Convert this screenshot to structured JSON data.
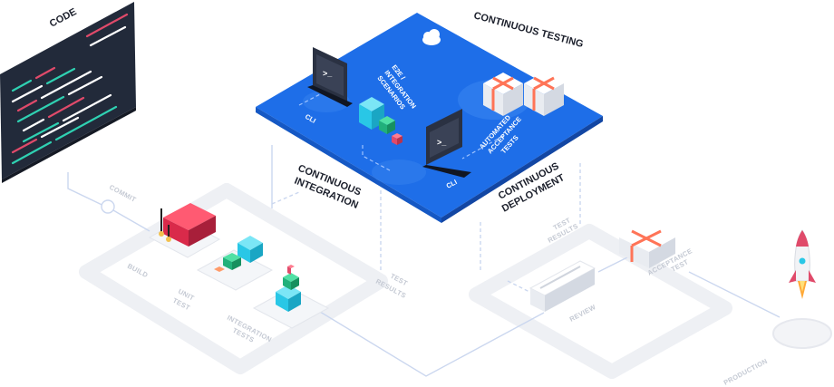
{
  "labels": {
    "code": "CODE",
    "continuous_testing": "CONTINUOUS TESTING",
    "continuous_integration": [
      "CONTINUOUS",
      "INTEGRATION"
    ],
    "continuous_deployment": [
      "CONTINUOUS",
      "DEPLOYMENT"
    ],
    "e2e": [
      "E2E /",
      "INTEGRATION",
      "SCENARIOS"
    ],
    "automated": [
      "AUTOMATED",
      "ACCEPTANCE",
      "TESTS"
    ],
    "cli": "CLI",
    "commit": "COMMIT",
    "build": "BUILD",
    "unit_test": [
      "UNIT",
      "TEST"
    ],
    "integration_tests": [
      "INTEGRATION",
      "TESTS"
    ],
    "test_results_left": [
      "TEST",
      "RESULTS"
    ],
    "test_results_right": [
      "TEST",
      "RESULTS"
    ],
    "review": "REVIEW",
    "acceptance_test": [
      "ACCEPTANCE",
      "TEST"
    ],
    "production": "PRODUCTION"
  },
  "colors": {
    "platform_blue": "#1e6ee8",
    "platform_edge": "#1558c4",
    "track": "#e9ecf1",
    "track_line": "#c8d6f2",
    "editor": "#222a3a",
    "red_box": "#d92a4a",
    "cyan_box": "#29c7e6",
    "green_box": "#21b07a"
  },
  "icons": {
    "cloud": "cloud-icon",
    "terminal": "terminal-icon",
    "rocket": "rocket-icon"
  }
}
